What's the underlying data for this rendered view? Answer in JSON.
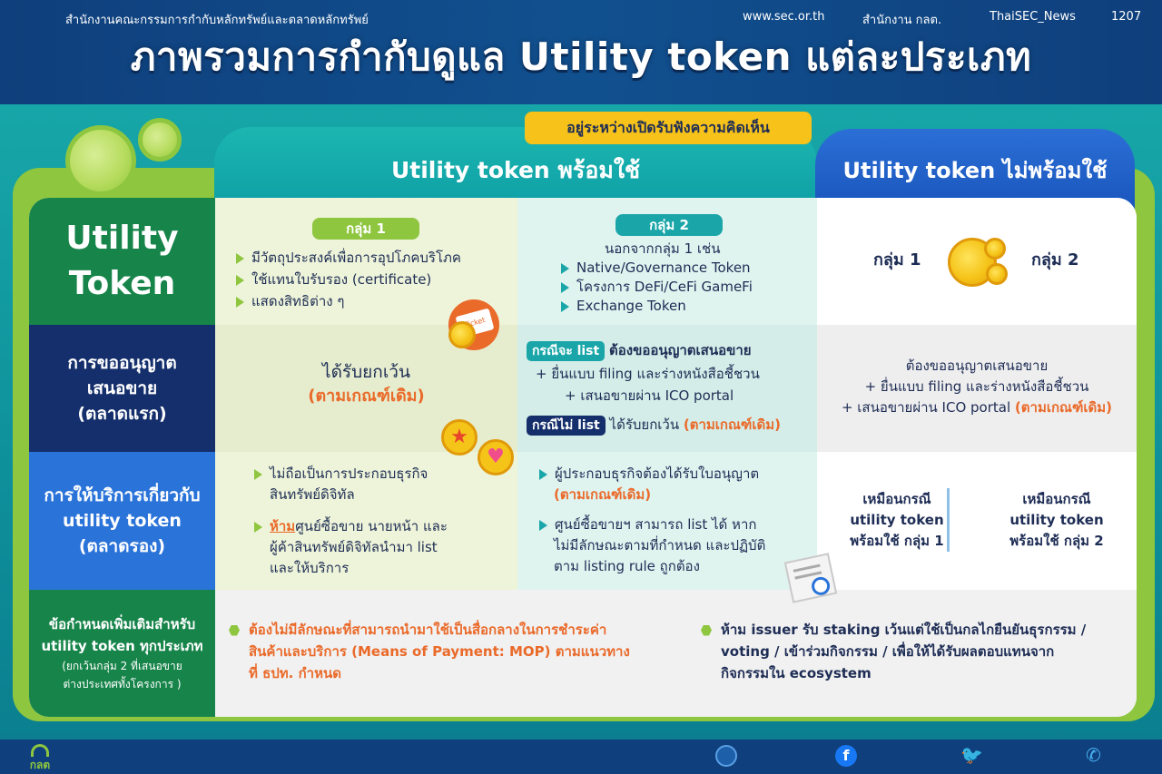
{
  "title": "ภาพรวมการกำกับดูแล Utility token แต่ละประเภท",
  "consult_badge": "อยู่ระหว่างเปิดรับฟังความคิดเห็น",
  "columns": {
    "ready": "Utility token พร้อมใช้",
    "not_ready": "Utility token ไม่พร้อมใช้"
  },
  "rows": {
    "r1_label": [
      "Utility",
      "Token"
    ],
    "r2_label": [
      "การขออนุญาต",
      "เสนอขาย",
      "(ตลาดแรก)"
    ],
    "r3_label": [
      "การให้บริการเกี่ยวกับ",
      "utility token",
      "(ตลาดรอง)"
    ],
    "r4_label": [
      "ข้อกำหนดเพิ่มเติมสำหรับ",
      "utility token ทุกประเภท",
      "(ยกเว้นกลุ่ม 2 ที่เสนอขาย",
      "ต่างประเทศทั้งโครงการ )"
    ]
  },
  "group1": {
    "label": "กลุ่ม 1",
    "items": [
      "มีวัตถุประสงค์เพื่อการอุปโภคบริโภค",
      "ใช้แทนใบรับรอง (certificate)",
      "แสดงสิทธิต่าง ๆ"
    ],
    "ticket": "Ticket",
    "primary_main": "ได้รับยกเว้น",
    "primary_note": "(ตามเกณฑ์เดิม)",
    "secondary_1": [
      "ไม่ถือเป็นการประกอบธุรกิจ",
      "สินทรัพย์ดิจิทัล"
    ],
    "secondary_2_prefix": "ห้าม",
    "secondary_2": [
      "ศูนย์ซื้อขาย นายหน้า และ",
      "ผู้ค้าสินทรัพย์ดิจิทัลนำมา list",
      "และให้บริการ"
    ]
  },
  "group2": {
    "label": "กลุ่ม 2",
    "intro": "นอกจากกลุ่ม 1 เช่น",
    "items": [
      "Native/Governance Token",
      "โครงการ DeFi/CeFi GameFi",
      "Exchange Token"
    ],
    "case_list": "กรณีจะ list",
    "case_list_text": "ต้องขออนุญาตเสนอขาย",
    "case_list_l2": "+ ยื่นแบบ filing และร่างหนังสือชี้ชวน",
    "case_list_l3": "+ เสนอขายผ่าน ICO portal",
    "case_nolist": "กรณีไม่ list",
    "case_nolist_text": "ได้รับยกเว้น",
    "case_nolist_note": "(ตามเกณฑ์เดิม)",
    "secondary_1": [
      "ผู้ประกอบธุรกิจต้องได้รับใบอนุญาต"
    ],
    "secondary_1_note": "(ตามเกณฑ์เดิม)",
    "secondary_2": [
      "ศูนย์ซื้อขายฯ สามารถ list ได้ หาก",
      "ไม่มีลักษณะตามที่กำหนด และปฏิบัติ",
      "ตาม listing rule ถูกต้อง"
    ]
  },
  "not_ready": {
    "g1": "กลุ่ม 1",
    "g2": "กลุ่ม 2",
    "primary_l1": "ต้องขออนุญาตเสนอขาย",
    "primary_l2": "+ ยื่นแบบ filing และร่างหนังสือชี้ชวน",
    "primary_l3": "+ เสนอขายผ่าน ICO portal",
    "primary_note": "(ตามเกณฑ์เดิม)",
    "sec_left": [
      "เหมือนกรณี",
      "utility token",
      "พร้อมใช้ กลุ่ม 1"
    ],
    "sec_right": [
      "เหมือนกรณี",
      "utility token",
      "พร้อมใช้ กลุ่ม 2"
    ]
  },
  "extra": {
    "left": [
      "ต้องไม่มีลักษณะที่สามารถนำมาใช้เป็นสื่อกลางในการชำระค่า",
      "สินค้าและบริการ (Means of Payment: MOP) ตามแนวทาง",
      "ที่ ธปท. กำหนด"
    ],
    "right": [
      "ห้าม issuer รับ staking เว้นแต่ใช้เป็นกลไกยืนยันธุรกรรม /",
      "voting / เข้าร่วมกิจกรรม / เพื่อให้ได้รับผลตอบแทนจาก",
      "กิจกรรมใน ecosystem"
    ]
  },
  "footer": {
    "logo": "กลต",
    "org": "สำนักงานคณะกรรมการกำกับหลักทรัพย์และตลาดหลักทรัพย์",
    "web": "www.sec.or.th",
    "fb": "สำนักงาน กลต.",
    "tw": "ThaiSEC_News",
    "tel": "1207"
  }
}
